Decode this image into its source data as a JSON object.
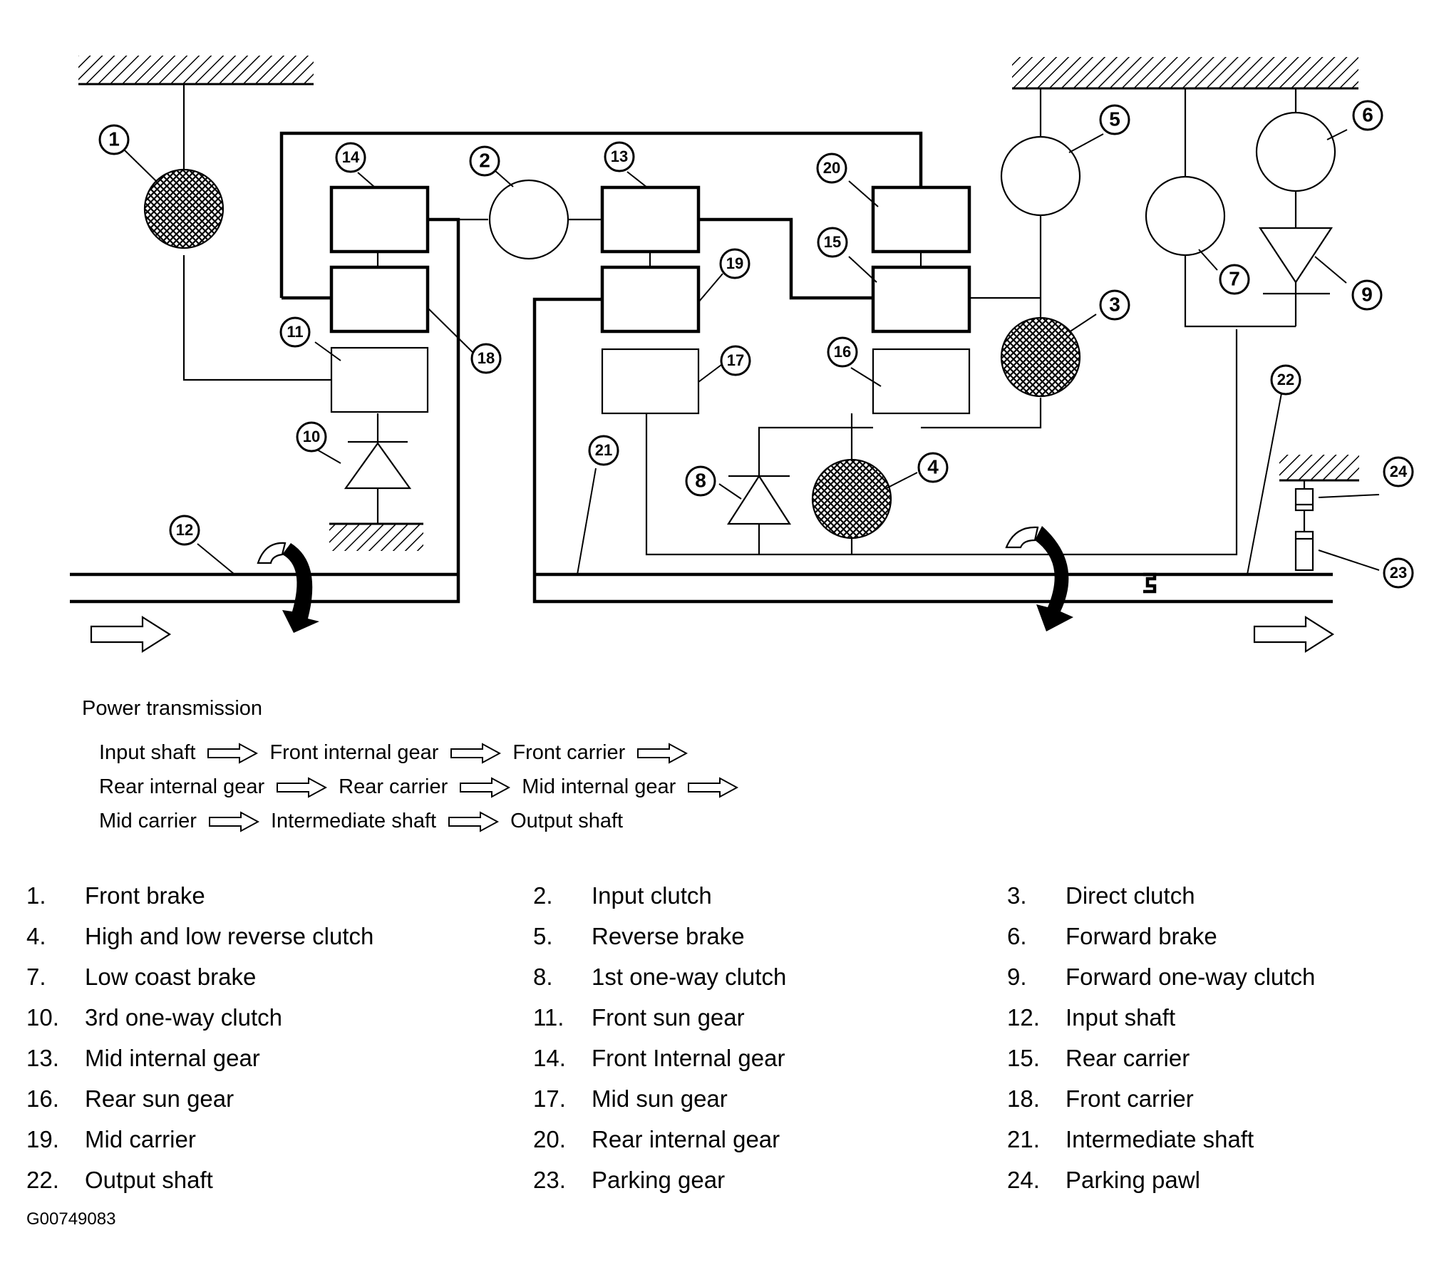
{
  "callouts": [
    "1",
    "2",
    "3",
    "4",
    "5",
    "6",
    "7",
    "8",
    "9",
    "10",
    "11",
    "12",
    "13",
    "14",
    "15",
    "16",
    "17",
    "18",
    "19",
    "20",
    "21",
    "22",
    "23",
    "24"
  ],
  "power_transmission": {
    "title": "Power transmission",
    "rows": [
      [
        "Input shaft",
        "Front internal gear",
        "Front carrier"
      ],
      [
        "Rear internal gear",
        "Rear carrier",
        "Mid internal gear"
      ],
      [
        "Mid carrier",
        "Intermediate shaft",
        "Output shaft"
      ]
    ]
  },
  "legend": [
    {
      "num": "1.",
      "label": "Front brake"
    },
    {
      "num": "2.",
      "label": "Input clutch"
    },
    {
      "num": "3.",
      "label": "Direct clutch"
    },
    {
      "num": "4.",
      "label": "High and low reverse clutch"
    },
    {
      "num": "5.",
      "label": "Reverse brake"
    },
    {
      "num": "6.",
      "label": "Forward brake"
    },
    {
      "num": "7.",
      "label": "Low coast brake"
    },
    {
      "num": "8.",
      "label": "1st one-way clutch"
    },
    {
      "num": "9.",
      "label": "Forward one-way clutch"
    },
    {
      "num": "10.",
      "label": "3rd one-way clutch"
    },
    {
      "num": "11.",
      "label": "Front sun gear"
    },
    {
      "num": "12.",
      "label": "Input shaft"
    },
    {
      "num": "13.",
      "label": "Mid internal gear"
    },
    {
      "num": "14.",
      "label": "Front Internal gear"
    },
    {
      "num": "15.",
      "label": "Rear carrier"
    },
    {
      "num": "16.",
      "label": "Rear sun gear"
    },
    {
      "num": "17.",
      "label": "Mid sun gear"
    },
    {
      "num": "18.",
      "label": "Front carrier"
    },
    {
      "num": "19.",
      "label": "Mid carrier"
    },
    {
      "num": "20.",
      "label": "Rear internal gear"
    },
    {
      "num": "21.",
      "label": "Intermediate shaft"
    },
    {
      "num": "22.",
      "label": "Output shaft"
    },
    {
      "num": "23.",
      "label": "Parking gear"
    },
    {
      "num": "24.",
      "label": "Parking pawl"
    }
  ],
  "figure_id": "G00749083"
}
